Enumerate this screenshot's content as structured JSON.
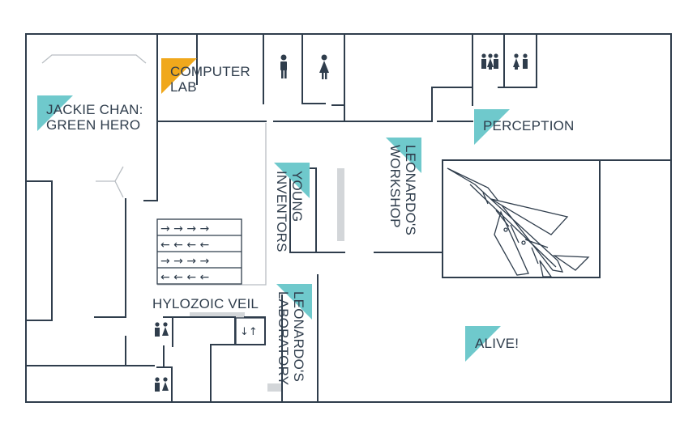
{
  "colors": {
    "wall": "#2f3d4c",
    "marker": "#6fc9cc",
    "marker_highlight": "#f0a81c",
    "grey_partition": "#d3d6d9"
  },
  "exhibits": {
    "computer_lab": {
      "line1": "COMPUTER",
      "line2": "LAB"
    },
    "jackie_chan": {
      "line1": "JACKIE CHAN:",
      "line2": "GREEN HERO"
    },
    "perception": {
      "label": "PERCEPTION"
    },
    "leonardos_workshop": {
      "line1": "LEONARDO'S",
      "line2": "WORKSHOP"
    },
    "young_inventors": {
      "line1": "YOUNG",
      "line2": "INVENTORS"
    },
    "hylozoic_veil": {
      "label": "HYLOZOIC VEIL"
    },
    "leonardos_laboratory": {
      "line1": "LEONARDO'S",
      "line2": "LABORATORY"
    },
    "alive": {
      "label": "ALIVE!"
    }
  },
  "icons": [
    "mens-restroom-icon",
    "womens-restroom-icon",
    "family-restroom-icon",
    "elevator-icon",
    "escalator-arrows-icon",
    "jet-aircraft-icon",
    "exhibit-marker-icon"
  ]
}
